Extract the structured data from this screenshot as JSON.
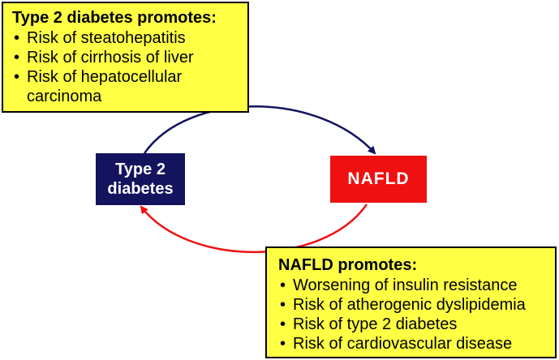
{
  "diabetes_effects": {
    "title": "Type 2 diabetes promotes:",
    "items": [
      "Risk of steatohepatitis",
      "Risk of cirrhosis of liver",
      "Risk of hepatocellular carcinoma"
    ]
  },
  "nafld_effects": {
    "title": "NAFLD promotes:",
    "items": [
      "Worsening of insulin resistance",
      "Risk of atherogenic dyslipidemia",
      "Risk of type 2 diabetes",
      "Risk of cardiovascular disease"
    ]
  },
  "nodes": {
    "diabetes": "Type 2 diabetes",
    "nafld": "NAFLD"
  },
  "bullet_symbol": "•",
  "colors": {
    "callout_fill": "#ffff44",
    "diabetes_node": "#14135e",
    "nafld_node": "#ef1111",
    "arrow_to_nafld": "#14135e",
    "arrow_to_diabetes": "#ef1111"
  }
}
